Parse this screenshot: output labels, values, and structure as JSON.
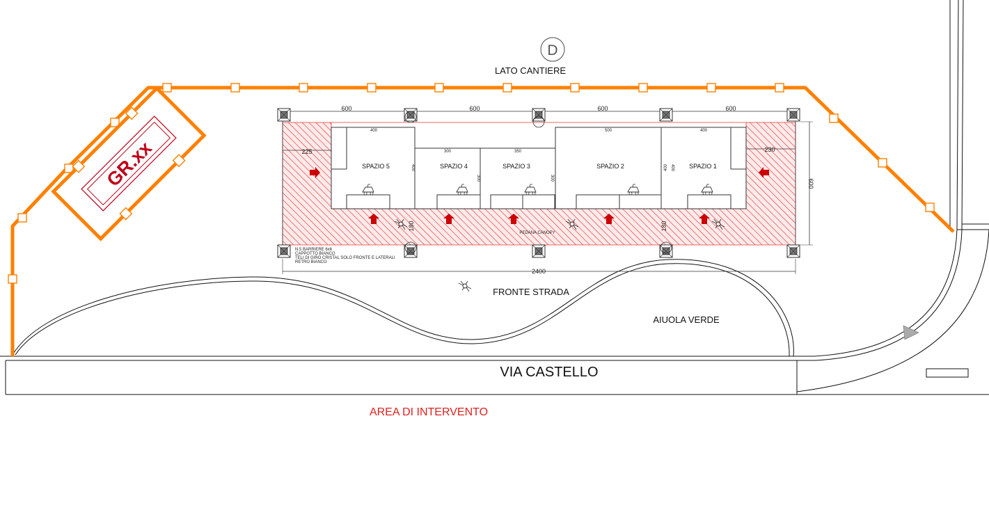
{
  "north_marker": "D",
  "labels": {
    "lato_cantiere": "LATO CANTIERE",
    "fronte_strada": "FRONTE STRADA",
    "aiuola_verde": "AIUOLA VERDE",
    "via_castello": "VIA CASTELLO",
    "area_intervento": "AREA DI INTERVENTO",
    "crane": "GR.xx",
    "pedana": "PEDANA CANOPY"
  },
  "dimensions": {
    "top": [
      "600",
      "600",
      "600",
      "600"
    ],
    "total": "2400",
    "depth": "600",
    "left_margin": "225",
    "right_margin": "230",
    "walkway_left": "180",
    "walkway_right": "180"
  },
  "spaces": [
    {
      "name": "SPAZIO 5",
      "width": "400",
      "depth": "400"
    },
    {
      "name": "SPAZIO 4",
      "width": "300",
      "depth": "300"
    },
    {
      "name": "SPAZIO 3",
      "width": "350",
      "depth": "300"
    },
    {
      "name": "SPAZIO 2",
      "width": "500",
      "depth": "400"
    },
    {
      "name": "SPAZIO 1",
      "width": "400",
      "depth": "400"
    }
  ],
  "notes": [
    "N.5 BARRIERE 6x6",
    "CAPPOTTO BIANCO",
    "TELI DI GIRO CRISTAL SOLO FRONTE E LATERALI",
    "RETRO BIANCO"
  ],
  "colors": {
    "fence": "#ff8000",
    "hatch": "#e53935",
    "arrow": "#cc0000",
    "crane": "#c0001a",
    "area_text": "#e02020"
  }
}
